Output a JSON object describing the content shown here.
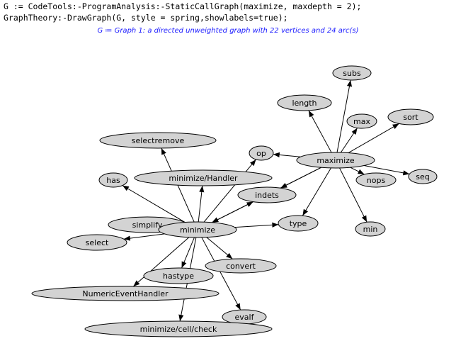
{
  "input": {
    "line1": "G := CodeTools:-ProgramAnalysis:-StaticCallGraph(maximize, maxdepth = 2);",
    "line2": "GraphTheory:-DrawGraph(G, style = spring,showlabels=true);"
  },
  "output": {
    "text": "G ≔ Graph 1: a directed unweighted graph with 22 vertices and 24 arc(s)"
  },
  "colors": {
    "node_fill": "#d3d3d3",
    "edge": "#000000",
    "output_text": "#1a1aff"
  },
  "graph": {
    "nodes": [
      {
        "id": "subs",
        "label": "subs"
      },
      {
        "id": "length",
        "label": "length"
      },
      {
        "id": "max",
        "label": "max"
      },
      {
        "id": "sort",
        "label": "sort"
      },
      {
        "id": "selectremove",
        "label": "selectremove"
      },
      {
        "id": "op",
        "label": "op"
      },
      {
        "id": "maximize",
        "label": "maximize"
      },
      {
        "id": "has",
        "label": "has"
      },
      {
        "id": "minimize_handler",
        "label": "minimize/Handler"
      },
      {
        "id": "seq",
        "label": "seq"
      },
      {
        "id": "nops",
        "label": "nops"
      },
      {
        "id": "indets",
        "label": "indets"
      },
      {
        "id": "simplify",
        "label": "simplify"
      },
      {
        "id": "minimize",
        "label": "minimize"
      },
      {
        "id": "type",
        "label": "type"
      },
      {
        "id": "min",
        "label": "min"
      },
      {
        "id": "select",
        "label": "select"
      },
      {
        "id": "convert",
        "label": "convert"
      },
      {
        "id": "hastype",
        "label": "hastype"
      },
      {
        "id": "numericeventhandler",
        "label": "NumericEventHandler"
      },
      {
        "id": "evalf",
        "label": "evalf"
      },
      {
        "id": "minimize_cell_check",
        "label": "minimize/cell/check"
      }
    ],
    "edges": [
      {
        "from": "maximize",
        "to": "subs"
      },
      {
        "from": "maximize",
        "to": "length"
      },
      {
        "from": "maximize",
        "to": "max"
      },
      {
        "from": "maximize",
        "to": "sort"
      },
      {
        "from": "maximize",
        "to": "op"
      },
      {
        "from": "maximize",
        "to": "seq"
      },
      {
        "from": "maximize",
        "to": "nops"
      },
      {
        "from": "maximize",
        "to": "min"
      },
      {
        "from": "maximize",
        "to": "type"
      },
      {
        "from": "maximize",
        "to": "indets"
      },
      {
        "from": "maximize",
        "to": "minimize"
      },
      {
        "from": "minimize",
        "to": "op"
      },
      {
        "from": "minimize",
        "to": "selectremove"
      },
      {
        "from": "minimize",
        "to": "has"
      },
      {
        "from": "minimize",
        "to": "minimize_handler"
      },
      {
        "from": "minimize",
        "to": "simplify"
      },
      {
        "from": "minimize",
        "to": "select"
      },
      {
        "from": "minimize",
        "to": "type"
      },
      {
        "from": "minimize",
        "to": "convert"
      },
      {
        "from": "minimize",
        "to": "hastype"
      },
      {
        "from": "minimize",
        "to": "numericeventhandler"
      },
      {
        "from": "minimize",
        "to": "evalf"
      },
      {
        "from": "minimize",
        "to": "minimize_cell_check"
      },
      {
        "from": "minimize",
        "to": "indets"
      }
    ]
  }
}
